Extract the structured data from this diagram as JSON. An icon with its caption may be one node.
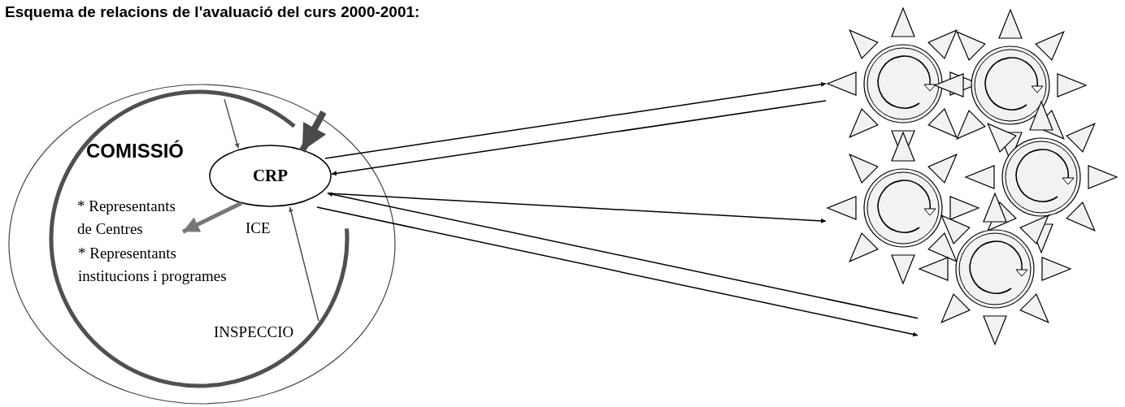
{
  "diagram": {
    "title": "Esquema de relacions de l'avaluació del curs 2000-2001:",
    "nodes": [
      {
        "text": [],
        "shape": "ellipse"
      },
      {
        "text": [
          "COMISSIÓ"
        ],
        "in": 0
      },
      {
        "text": [
          "CRP"
        ],
        "in": 1
      },
      {
        "text": [
          "* Representants de Centres"
        ],
        "in": 1
      },
      {
        "text": [
          "INSPECCIO"
        ],
        "in": 1
      },
      {
        "text": [],
        "shape": "sun"
      },
      {
        "text": [],
        "shape": "sun"
      },
      {
        "text": [],
        "shape": "sun"
      },
      {
        "text": [],
        "shape": "sun"
      },
      {
        "text": [],
        "shape": "sun"
      }
    ],
    "edges": [
      {
        "from": 2,
        "to": 5,
        "arrow": "to"
      },
      {
        "from": 5,
        "to": 2,
        "arrow": "to"
      },
      {
        "from": 2,
        "to": 8,
        "arrow": "to"
      },
      {
        "from": 9,
        "to": 2,
        "arrow": "to"
      },
      {
        "from": 2,
        "to": 9,
        "arrow": "to"
      },
      {
        "from": 1,
        "to": 2,
        "arrow": "to",
        "color": "#505050"
      },
      {
        "from": 4,
        "to": 2,
        "arrow": "to",
        "color": "#505050"
      },
      {
        "from": 2,
        "to": 3,
        "arrow": "to",
        "style": "thick",
        "color": "#777777"
      },
      {
        "from": null,
        "to": 2,
        "arrow": "to",
        "style": "thick",
        "color": "#4a4a4a"
      }
    ],
    "labels": [
      "ICE",
      "* Representants institucions i programes"
    ]
  }
}
